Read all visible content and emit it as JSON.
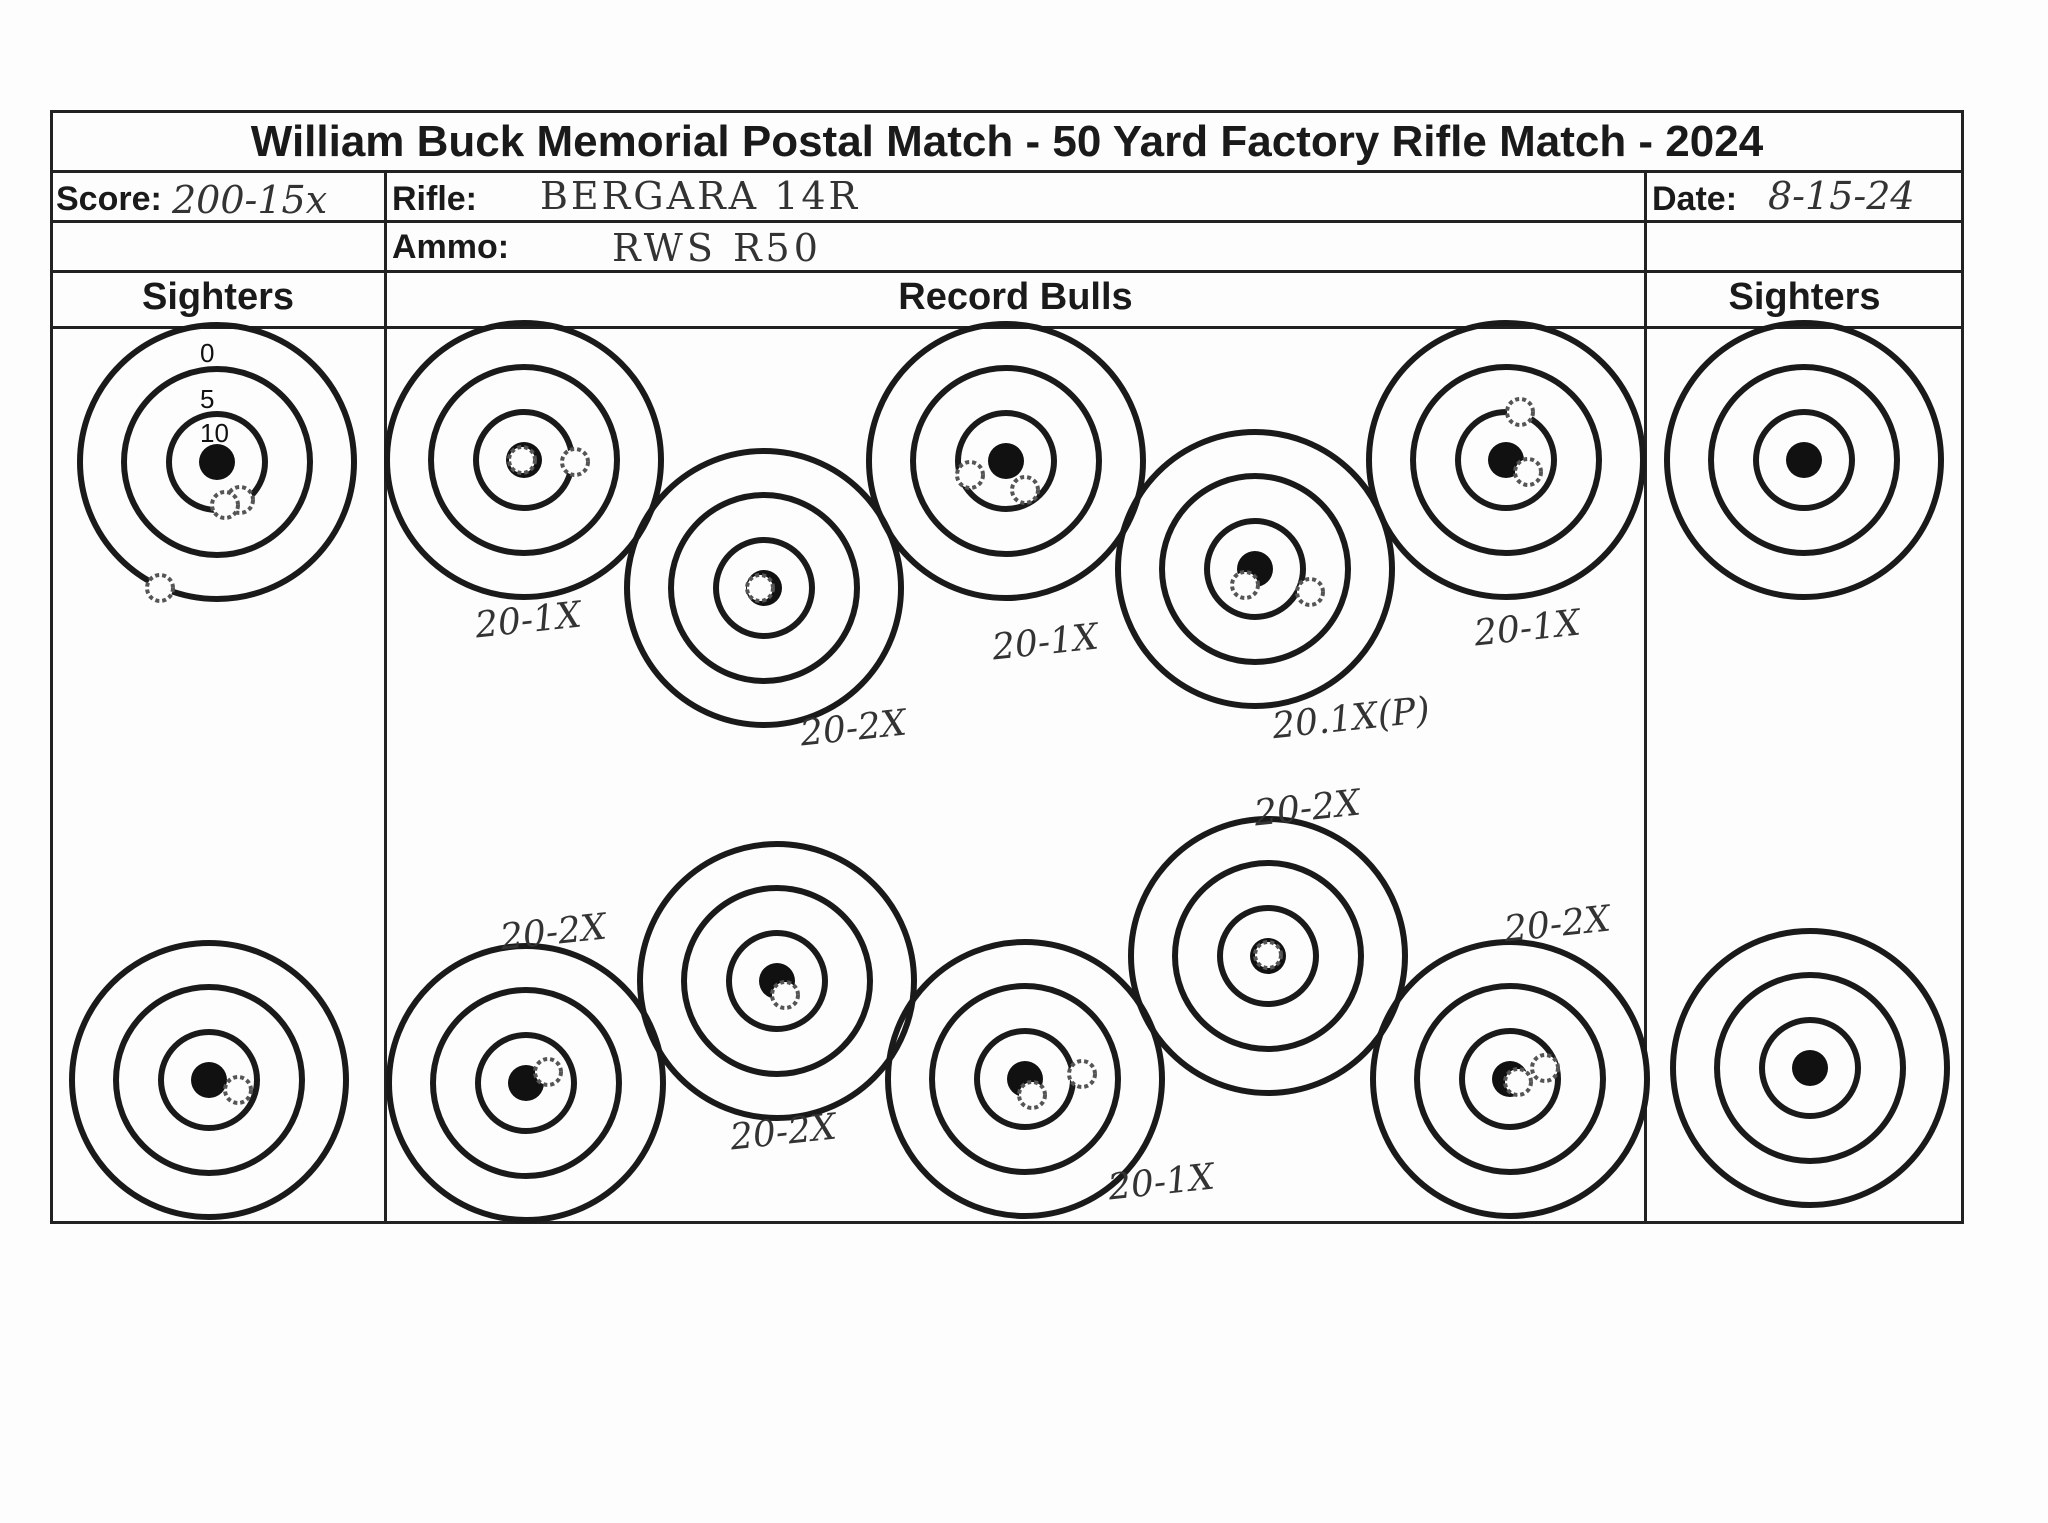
{
  "title": "William Buck Memorial Postal Match - 50 Yard Factory Rifle Match - 2024",
  "fields": {
    "score_label": "Score:",
    "score_value": "200-15x",
    "rifle_label": "Rifle:",
    "rifle_value": "BERGARA 14R",
    "ammo_label": "Ammo:",
    "ammo_value": "RWS R50",
    "date_label": "Date:",
    "date_value": "8-15-24"
  },
  "columns": {
    "left": "Sighters",
    "center": "Record Bulls",
    "right": "Sighters"
  },
  "ring_labels": [
    "0",
    "5",
    "10"
  ],
  "bull_scores": [
    "20-1X",
    "20-2X",
    "20-1X",
    "20.1X(P)",
    "20-1X",
    "20-2X",
    "20-2X",
    "20-1X",
    "20-2X",
    "20-2X"
  ],
  "colors": {
    "ink": "#1a1a1a",
    "paper": "#fdfdfd",
    "handwriting": "#333333"
  }
}
